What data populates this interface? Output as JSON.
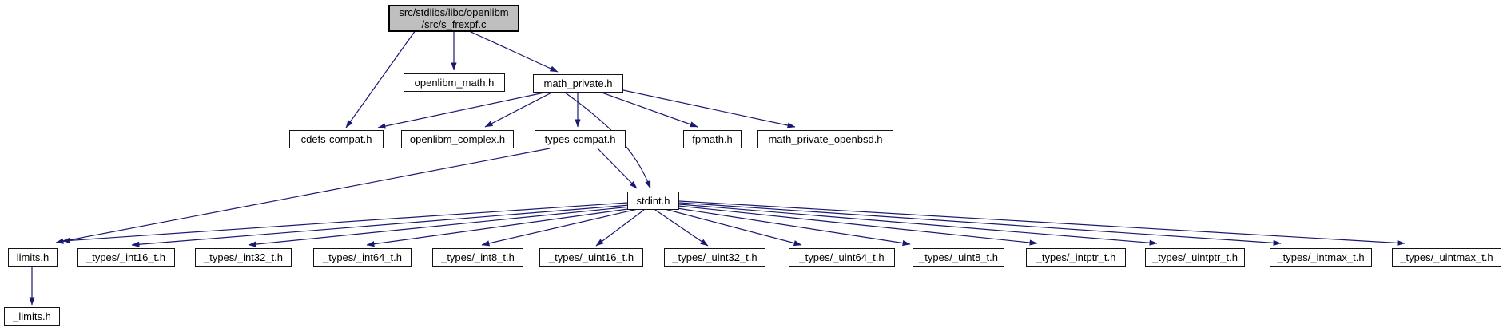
{
  "graph": {
    "title": "include dependency graph for src/stdlibs/libc/openlibm/src/s_frexpf.c",
    "colors": {
      "edge": "#191970",
      "root_fill": "#bfbfbf",
      "node_fill": "#ffffff",
      "border": "#141414"
    },
    "nodes": {
      "root": {
        "label": "src/stdlibs/libc/openlibm\n/src/s_frexpf.c"
      },
      "openlibm_math": {
        "label": "openlibm_math.h"
      },
      "math_private": {
        "label": "math_private.h"
      },
      "cdefs_compat": {
        "label": "cdefs-compat.h"
      },
      "openlibm_complex": {
        "label": "openlibm_complex.h"
      },
      "types_compat": {
        "label": "types-compat.h"
      },
      "fpmath": {
        "label": "fpmath.h"
      },
      "math_private_openbsd": {
        "label": "math_private_openbsd.h"
      },
      "stdint": {
        "label": "stdint.h"
      },
      "limits": {
        "label": "limits.h"
      },
      "int16": {
        "label": "_types/_int16_t.h"
      },
      "int32": {
        "label": "_types/_int32_t.h"
      },
      "int64": {
        "label": "_types/_int64_t.h"
      },
      "int8": {
        "label": "_types/_int8_t.h"
      },
      "uint16": {
        "label": "_types/_uint16_t.h"
      },
      "uint32": {
        "label": "_types/_uint32_t.h"
      },
      "uint64": {
        "label": "_types/_uint64_t.h"
      },
      "uint8": {
        "label": "_types/_uint8_t.h"
      },
      "intptr": {
        "label": "_types/_intptr_t.h"
      },
      "uintptr": {
        "label": "_types/_uintptr_t.h"
      },
      "intmax": {
        "label": "_types/_intmax_t.h"
      },
      "uintmax": {
        "label": "_types/_uintmax_t.h"
      },
      "_limits": {
        "label": "_limits.h"
      }
    },
    "edges": [
      [
        "root",
        "openlibm_math"
      ],
      [
        "root",
        "math_private"
      ],
      [
        "root",
        "cdefs_compat"
      ],
      [
        "math_private",
        "cdefs_compat"
      ],
      [
        "math_private",
        "openlibm_complex"
      ],
      [
        "math_private",
        "types_compat"
      ],
      [
        "math_private",
        "stdint"
      ],
      [
        "math_private",
        "fpmath"
      ],
      [
        "math_private",
        "math_private_openbsd"
      ],
      [
        "types_compat",
        "limits"
      ],
      [
        "types_compat",
        "stdint"
      ],
      [
        "stdint",
        "limits"
      ],
      [
        "stdint",
        "int16"
      ],
      [
        "stdint",
        "int32"
      ],
      [
        "stdint",
        "int64"
      ],
      [
        "stdint",
        "int8"
      ],
      [
        "stdint",
        "uint16"
      ],
      [
        "stdint",
        "uint32"
      ],
      [
        "stdint",
        "uint64"
      ],
      [
        "stdint",
        "uint8"
      ],
      [
        "stdint",
        "intptr"
      ],
      [
        "stdint",
        "uintptr"
      ],
      [
        "stdint",
        "intmax"
      ],
      [
        "stdint",
        "uintmax"
      ],
      [
        "limits",
        "_limits"
      ]
    ]
  }
}
